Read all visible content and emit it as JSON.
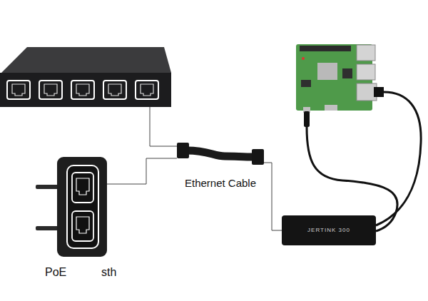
{
  "diagram": {
    "nodes": [
      {
        "text": [
          "PoE",
          "sth"
        ]
      },
      {
        "text": [
          "Ethernet Cable"
        ]
      },
      {
        "text": [
          "JERTINK 300"
        ]
      }
    ],
    "edges": [
      {
        "from": 0,
        "to": 1,
        "arrow": "none"
      },
      {
        "from": 1,
        "to": 2,
        "arrow": "none"
      }
    ]
  }
}
